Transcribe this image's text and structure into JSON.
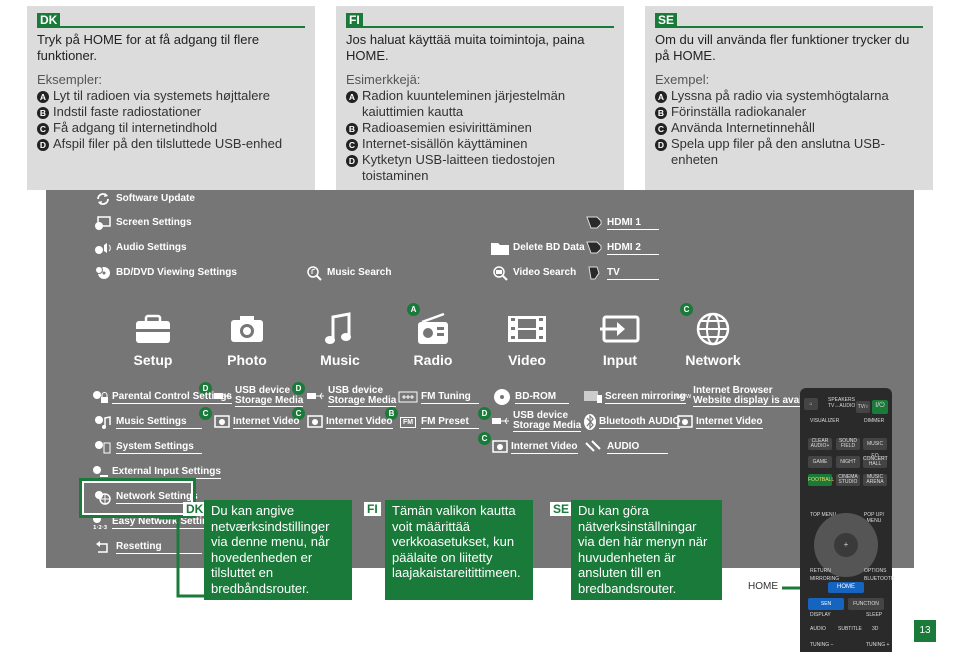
{
  "colors": {
    "accent": "#1a7a3a",
    "panel": "#767676",
    "card": "#dcdcdc"
  },
  "cards": [
    {
      "tag": "DK",
      "intro": "Tryk på HOME for at få adgang til flere funktioner.",
      "examples_label": "Eksempler:",
      "items": [
        {
          "badge": "A",
          "text": "Lyt til radioen via systemets højttalere"
        },
        {
          "badge": "B",
          "text": "Indstil faste radiostationer"
        },
        {
          "badge": "C",
          "text": "Få adgang til internetindhold"
        },
        {
          "badge": "D",
          "text": "Afspil filer på den tilsluttede USB-enhed"
        }
      ]
    },
    {
      "tag": "FI",
      "intro": "Jos haluat käyttää muita toimintoja, paina HOME.",
      "examples_label": "Esimerkkejä:",
      "items": [
        {
          "badge": "A",
          "text": "Radion kuunteleminen järjestelmän kaiuttimien kautta"
        },
        {
          "badge": "B",
          "text": "Radioasemien esivirittäminen"
        },
        {
          "badge": "C",
          "text": "Internet-sisällön käyttäminen"
        },
        {
          "badge": "D",
          "text": "Kytketyn USB-laitteen tiedostojen toistaminen"
        }
      ]
    },
    {
      "tag": "SE",
      "intro": "Om du vill använda fler funktioner trycker du på HOME.",
      "examples_label": "Exempel:",
      "items": [
        {
          "badge": "A",
          "text": "Lyssna på radio via systemhögtalarna"
        },
        {
          "badge": "B",
          "text": "Förinställa radiokanaler"
        },
        {
          "badge": "C",
          "text": "Använda Internetinnehåll"
        },
        {
          "badge": "D",
          "text": "Spela upp filer på den anslutna USB-enheten"
        }
      ]
    }
  ],
  "menu": {
    "top": {
      "software_update": "Software Update",
      "screen_settings": "Screen Settings",
      "audio_settings": "Audio Settings",
      "bd_dvd_viewing": "BD/DVD Viewing Settings",
      "music_search": "Music Search",
      "delete_bd_data": "Delete BD Data",
      "video_search": "Video Search",
      "hdmi1": "HDMI 1",
      "hdmi2": "HDMI 2",
      "tv": "TV"
    },
    "categories": [
      "Setup",
      "Photo",
      "Music",
      "Radio",
      "Video",
      "Input",
      "Network"
    ],
    "setup_items": [
      "Parental Control Settings",
      "Music Settings",
      "System Settings",
      "External Input Settings",
      "Network Settings",
      "Easy Network Settings",
      "Resetting"
    ],
    "photo_items": {
      "usb_line1": "USB device",
      "usb_line2": "Storage Media",
      "internet_video": "Internet Video"
    },
    "music_items": {
      "usb_line1": "USB device",
      "usb_line2": "Storage Media",
      "internet_video": "Internet Video"
    },
    "radio_items": {
      "fm_tuning": "FM Tuning",
      "fm_preset": "FM Preset",
      "fm_icon": "FM"
    },
    "video_items": {
      "bd_rom": "BD-ROM",
      "usb_line1": "USB device",
      "usb_line2": "Storage Media",
      "internet_video": "Internet Video"
    },
    "input_items": {
      "screen_mirroring": "Screen mirroring",
      "bluetooth_audio": "Bluetooth AUDIO",
      "audio": "AUDIO"
    },
    "network_items": {
      "browser_line1": "Internet Browser",
      "browser_line2": "Website display is available",
      "internet_video": "Internet Video",
      "www": "www"
    },
    "markers": {
      "A": "A",
      "B": "B",
      "C": "C",
      "D": "D"
    }
  },
  "callouts": [
    {
      "tag": "DK",
      "text": "Du kan angive netværksindstillinger via denne menu, når hovedenheden er tilsluttet en bredbåndsrouter."
    },
    {
      "tag": "FI",
      "text": "Tämän valikon kautta voit määrittää verkkoasetukset, kun päälaite on liitetty laajakaistareitittimeen."
    },
    {
      "tag": "SE",
      "text": "Du kan göra nätverksinställningar via den här menyn när huvudenheten är ansluten till en bredbandsrouter."
    }
  ],
  "remote": {
    "home_label": "HOME",
    "buttons": {
      "speakers": "SPEAKERS TV↔AUDIO",
      "tv_input": "TV/○",
      "power": "I/⏻",
      "visualizer": "VISUALIZER",
      "dimmer": "DIMMER",
      "clear_audio": "CLEAR AUDIO+",
      "sound_field": "SOUND FIELD",
      "music_eq": "MUSIC EQ",
      "game": "GAME",
      "night": "NIGHT",
      "concert_hall": "CONCERT HALL",
      "football": "FOOTBALL",
      "cinema_studio": "CINEMA STUDIO",
      "music_arena": "MUSIC ARENA",
      "top_menu": "TOP MENU",
      "popup_menu": "POP UP/ MENU",
      "return": "RETURN",
      "options": "OPTIONS",
      "mirroring": "MIRRORING",
      "bluetooth": "BLUETOOTH",
      "home": "HOME",
      "sen": "SEN",
      "function": "FUNCTION",
      "display": "DISPLAY",
      "sleep": "SLEEP",
      "audio": "AUDIO",
      "subtitle": "SUBTITLE",
      "three_d": "3D",
      "tuning_minus": "TUNING –",
      "tuning_plus": "TUNING +"
    }
  },
  "page_number": "13"
}
